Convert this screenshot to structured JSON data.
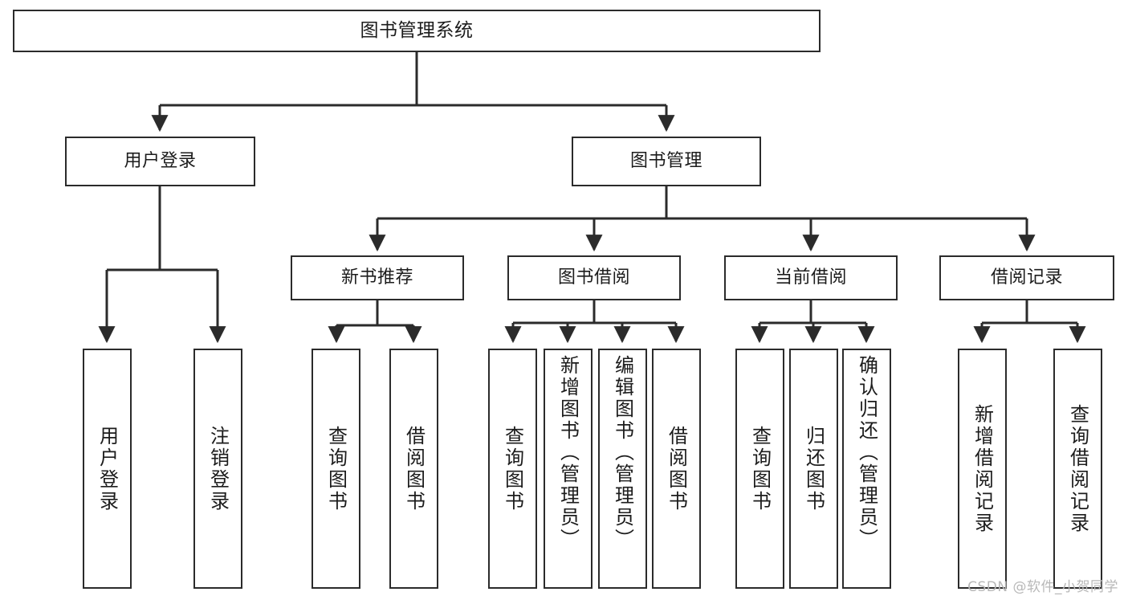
{
  "diagram": {
    "title": "图书管理系统",
    "type": "tree-hierarchy-chart",
    "background_color": "#ffffff",
    "node_border_color": "#2b2b2b",
    "node_fill_color": "#ffffff",
    "edge_color": "#2b2b2b"
  },
  "root": {
    "label": "图书管理系统"
  },
  "level2": [
    {
      "label": "用户登录"
    },
    {
      "label": "图书管理"
    }
  ],
  "level3": [
    {
      "label": "新书推荐"
    },
    {
      "label": "图书借阅"
    },
    {
      "label": "当前借阅"
    },
    {
      "label": "借阅记录"
    }
  ],
  "leaves": {
    "user_login": [
      {
        "label": "用户登录"
      },
      {
        "label": "注销登录"
      }
    ],
    "new_book_recommend": [
      {
        "label": "查询图书"
      },
      {
        "label": "借阅图书"
      }
    ],
    "book_borrow": [
      {
        "label": "查询图书"
      },
      {
        "label": "新增图书（管理员）"
      },
      {
        "label": "编辑图书（管理员）"
      },
      {
        "label": "借阅图书"
      }
    ],
    "current_borrow": [
      {
        "label": "查询图书"
      },
      {
        "label": "归还图书"
      },
      {
        "label": "确认归还（管理员）"
      }
    ],
    "borrow_record": [
      {
        "label": "新增借阅记录"
      },
      {
        "label": "查询借阅记录"
      }
    ]
  },
  "watermark": {
    "text": "CSDN @软件_小贺同学",
    "color": "#b8b8b8"
  }
}
